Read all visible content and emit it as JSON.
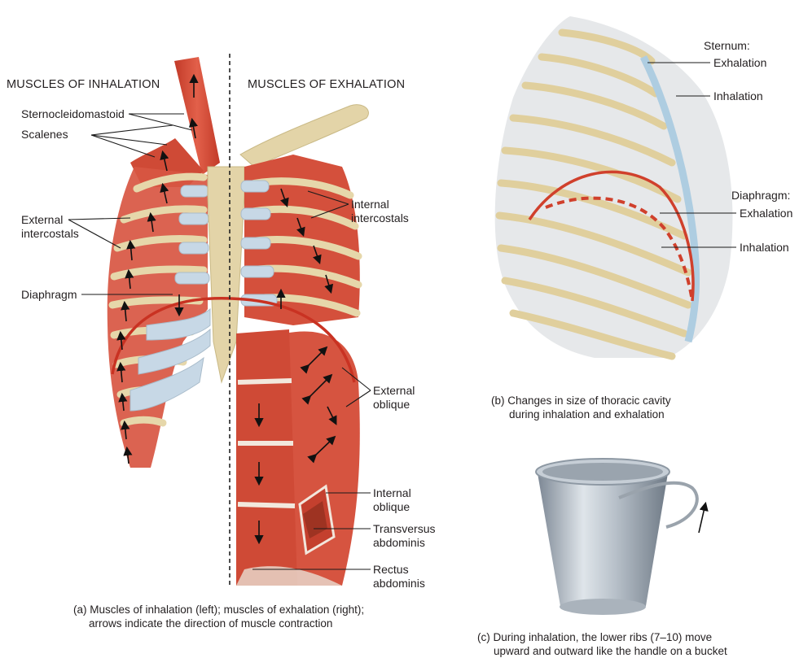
{
  "headings": {
    "inhalation": "MUSCLES OF INHALATION",
    "exhalation": "MUSCLES OF EXHALATION"
  },
  "panel_a": {
    "labels": {
      "sternocleidomastoid": "Sternocleidomastoid",
      "scalenes": "Scalenes",
      "external_intercostals": [
        "External",
        "intercostals"
      ],
      "diaphragm": "Diaphragm",
      "internal_intercostals": [
        "Internal",
        "intercostals"
      ],
      "external_oblique": [
        "External",
        "oblique"
      ],
      "internal_oblique": [
        "Internal",
        "oblique"
      ],
      "transversus_abdominis": [
        "Transversus",
        "abdominis"
      ],
      "rectus_abdominis": [
        "Rectus",
        "abdominis"
      ]
    },
    "caption": [
      "(a) Muscles of inhalation (left); muscles of exhalation (right);",
      "arrows indicate the direction of muscle contraction"
    ]
  },
  "panel_b": {
    "labels": {
      "sternum": "Sternum:",
      "sternum_exhalation": "Exhalation",
      "sternum_inhalation": "Inhalation",
      "diaphragm": "Diaphragm:",
      "diaphragm_exhalation": "Exhalation",
      "diaphragm_inhalation": "Inhalation"
    },
    "caption": [
      "(b) Changes in size of thoracic cavity",
      "during inhalation and exhalation"
    ]
  },
  "panel_c": {
    "caption": [
      "(c) During inhalation, the lower ribs (7–10) move",
      "upward and outward like the handle on a bucket"
    ]
  },
  "colors": {
    "muscle": "#d9503c",
    "muscle_dark": "#b53526",
    "bone": "#e3d3a6",
    "cartilage": "#c9d9e6",
    "diaphragm_line": "#cf3a26",
    "leader": "#1a1a1a"
  }
}
